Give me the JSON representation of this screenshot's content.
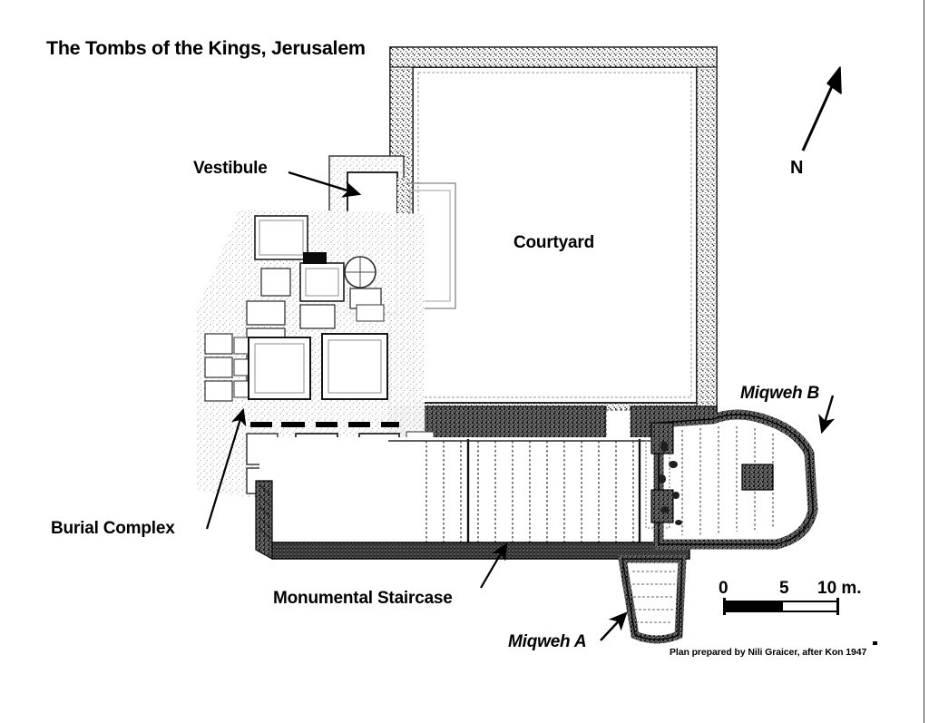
{
  "title": "The Tombs of the Kings, Jerusalem",
  "labels": {
    "vestibule": "Vestibule",
    "courtyard": "Courtyard",
    "burial_complex": "Burial Complex",
    "monumental_staircase": "Monumental Staircase",
    "miqweh_b": "Miqweh B",
    "miqweh_a": "Miqweh A"
  },
  "compass": {
    "north": "N"
  },
  "scale": {
    "start": "0",
    "mid": "5",
    "end": "10 m.",
    "unit": "m.",
    "segments": 2,
    "segment_length_m": 5
  },
  "credit": "Plan prepared by Nili Graicer, after Kon 1947",
  "colors": {
    "ink": "#000000",
    "paper": "#ffffff",
    "rock_fill": "#8f8f8f",
    "rock_light": "#c9c9c9",
    "wall_dark": "#4a4a4a",
    "border": "#3a3a3a"
  },
  "plan": {
    "type": "archaeological-site-plan",
    "features": [
      "Courtyard",
      "Vestibule",
      "Burial Complex",
      "Monumental Staircase",
      "Miqweh A",
      "Miqweh B"
    ]
  }
}
